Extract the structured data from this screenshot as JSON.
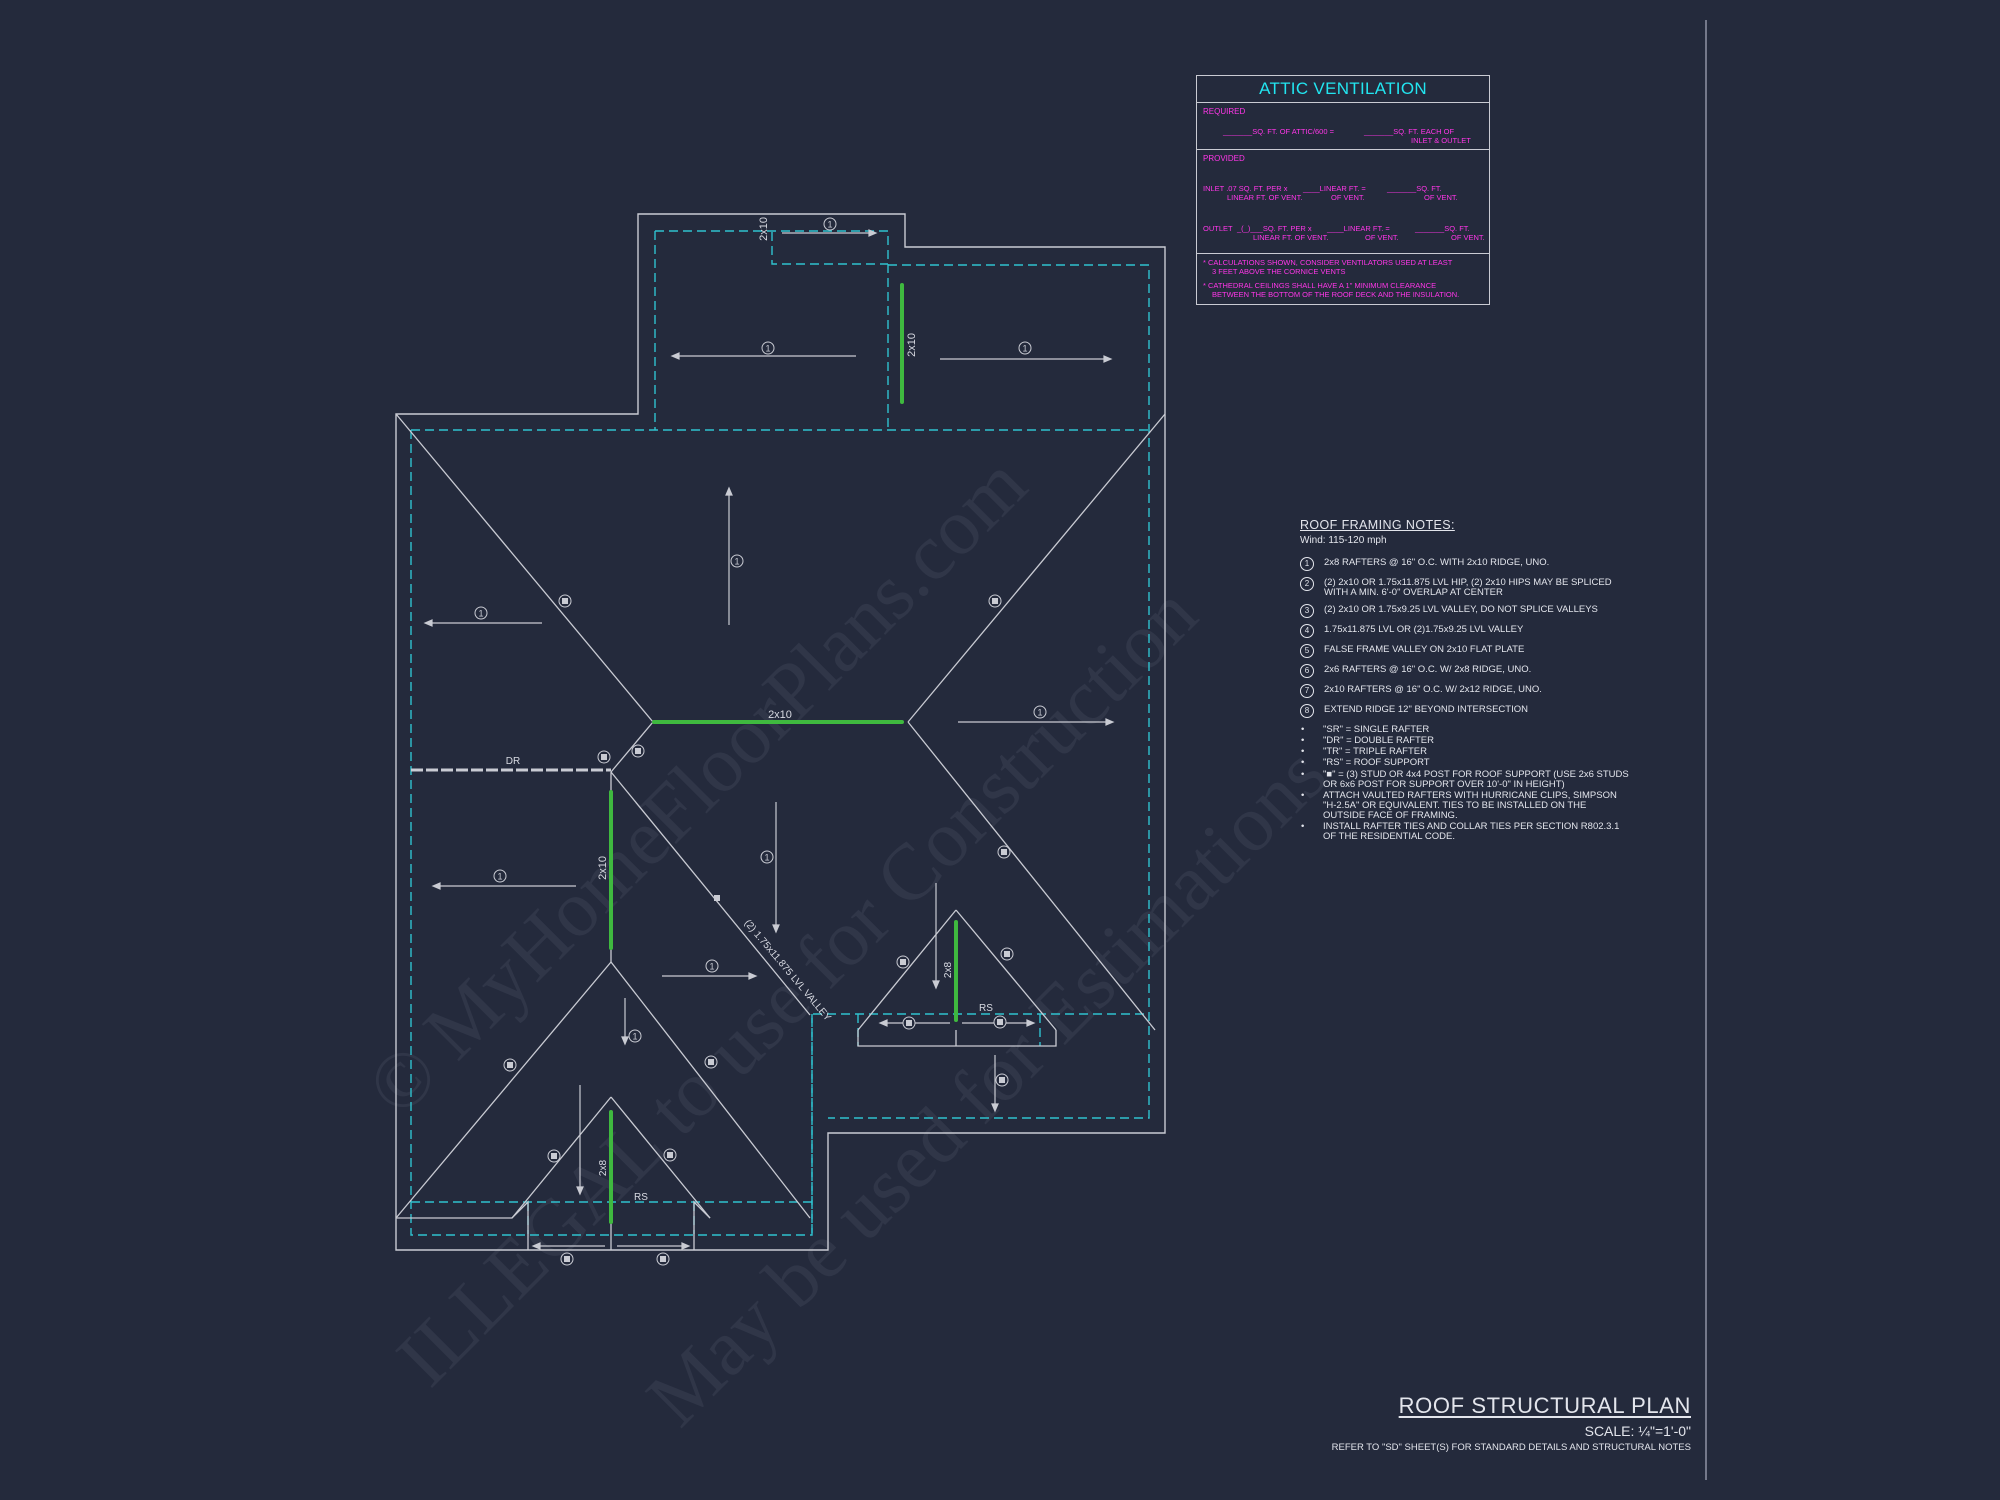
{
  "watermark": {
    "line1": "© MyHomeFloorPlans.com",
    "line2": "ILLEGAL to use for Construction",
    "line3": "May be used for Estimations"
  },
  "attic_ventilation": {
    "title": "ATTIC VENTILATION",
    "required_label": "REQUIRED",
    "required_line1": "_______SQ. FT. OF ATTIC/600 =",
    "required_line2": "_______SQ. FT. EACH OF",
    "required_line3": "INLET & OUTLET",
    "provided_label": "PROVIDED",
    "inlet_a": "INLET .07 SQ. FT. PER x",
    "inlet_b": "LINEAR FT. OF VENT.",
    "inlet_c": "____LINEAR FT. =",
    "inlet_d": "OF VENT.",
    "inlet_e": "_______SQ. FT.",
    "inlet_f": "OF VENT.",
    "outlet_a": "OUTLET",
    "outlet_b": "_(_)___SQ. FT. PER x",
    "outlet_c": "LINEAR FT. OF VENT.",
    "outlet_d": "____LINEAR FT. =",
    "outlet_e": "OF VENT.",
    "outlet_f": "_______SQ. FT.",
    "outlet_g": "OF VENT.",
    "note1a": "* CALCULATIONS SHOWN, CONSIDER VENTILATORS USED AT LEAST",
    "note1b": "3 FEET ABOVE THE CORNICE VENTS",
    "note2a": "* CATHEDRAL CEILINGS SHALL HAVE A 1\" MINIMUM CLEARANCE",
    "note2b": "BETWEEN THE BOTTOM OF THE ROOF DECK AND THE INSULATION."
  },
  "roof_framing_notes": {
    "heading": "ROOF FRAMING NOTES:",
    "wind": "Wind: 115-120 mph",
    "items": [
      {
        "num": "1",
        "text": "2x8 RAFTERS @ 16\" O.C. WITH 2x10 RIDGE, UNO."
      },
      {
        "num": "2",
        "text": "(2) 2x10 OR 1.75x11.875 LVL HIP, (2) 2x10 HIPS MAY BE SPLICED WITH A MIN. 6'-0\" OVERLAP AT CENTER"
      },
      {
        "num": "3",
        "text": "(2) 2x10 OR 1.75x9.25 LVL VALLEY, DO NOT SPLICE VALLEYS"
      },
      {
        "num": "4",
        "text": "1.75x11.875 LVL OR (2)1.75x9.25 LVL VALLEY"
      },
      {
        "num": "5",
        "text": "FALSE FRAME VALLEY ON 2x10 FLAT PLATE"
      },
      {
        "num": "6",
        "text": "2x6 RAFTERS @ 16\" O.C. W/ 2x8 RIDGE, UNO."
      },
      {
        "num": "7",
        "text": "2x10 RAFTERS @ 16\" O.C. W/ 2x12 RIDGE, UNO."
      },
      {
        "num": "8",
        "text": "EXTEND RIDGE 12\" BEYOND INTERSECTION"
      }
    ],
    "bullet_symbol": "•",
    "bullets": [
      "\"SR\" = SINGLE RAFTER",
      "\"DR\" = DOUBLE RAFTER",
      "\"TR\" = TRIPLE RAFTER",
      "\"RS\" = ROOF SUPPORT",
      "\"■\" = (3) STUD OR 4x4 POST FOR ROOF SUPPORT (USE 2x6 STUDS OR 6x6 POST FOR SUPPORT OVER 10'-0\" IN HEIGHT)",
      "ATTACH VAULTED RAFTERS WITH HURRICANE CLIPS, SIMPSON \"H-2.5A\" OR EQUIVALENT. TIES TO BE INSTALLED ON THE OUTSIDE FACE OF FRAMING.",
      "INSTALL RAFTER TIES AND COLLAR TIES PER SECTION R802.3.1 OF THE RESIDENTIAL CODE."
    ]
  },
  "plan_labels": {
    "ridge_main": "2x10",
    "ridge_garage": "2x10",
    "ridge_left": "2x10",
    "ridge_top": "2x10",
    "ridge_gable_left": "2x8",
    "ridge_gable_right": "2x8",
    "dr": "DR",
    "rs_left": "RS",
    "rs_right": "RS",
    "valley": "(2) 1.75x11.875 LVL VALLEY",
    "rafter_tag": "1"
  },
  "title_block": {
    "title": "ROOF STRUCTURAL PLAN",
    "scale": "SCALE: ¼\"=1'-0\"",
    "refer": "REFER TO \"SD\" SHEET(S) FOR STANDARD DETAILS AND STRUCTURAL NOTES"
  },
  "colors": {
    "background": "#242a3c",
    "lines": "#c9cbd3",
    "dashed": "#2fc2cf",
    "ridge": "#3fb93f",
    "attic_text": "#ff36e8",
    "attic_title": "#22e5f0"
  }
}
